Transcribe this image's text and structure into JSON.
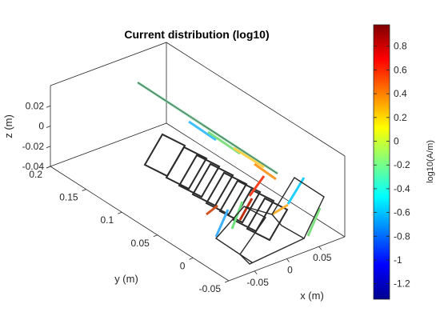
{
  "chart_data": {
    "type": "3d-surface-current",
    "title": "Current distribution (log10)",
    "xlabel": "x (m)",
    "ylabel": "y (m)",
    "zlabel": "z (m)",
    "x_ticks": [
      "-0.05",
      "0",
      "0.05"
    ],
    "x_tick_values": [
      -0.05,
      0,
      0.05
    ],
    "y_ticks": [
      "-0.05",
      "0",
      "0.05",
      "0.1",
      "0.15",
      "0.2"
    ],
    "y_tick_values": [
      -0.05,
      0,
      0.05,
      0.1,
      0.15,
      0.2
    ],
    "z_ticks": [
      "-0.04",
      "-0.02",
      "0",
      "0.02"
    ],
    "z_tick_values": [
      -0.04,
      -0.02,
      0,
      0.02
    ],
    "xlim": [
      -0.09,
      0.09
    ],
    "ylim": [
      -0.05,
      0.2
    ],
    "zlim": [
      -0.04,
      0.04
    ],
    "colorbar": {
      "label": "log10(A/m)",
      "ticks": [
        "0.8",
        "0.6",
        "0.4",
        "0.2",
        "0",
        "-0.2",
        "-0.4",
        "-0.6",
        "-0.8",
        "-1",
        "-1.2"
      ],
      "tick_values": [
        0.8,
        0.6,
        0.4,
        0.2,
        0,
        -0.2,
        -0.4,
        -0.6,
        -0.8,
        -1,
        -1.2
      ],
      "range": [
        -1.33,
        0.98
      ],
      "colormap": "jet"
    },
    "grid": false
  }
}
